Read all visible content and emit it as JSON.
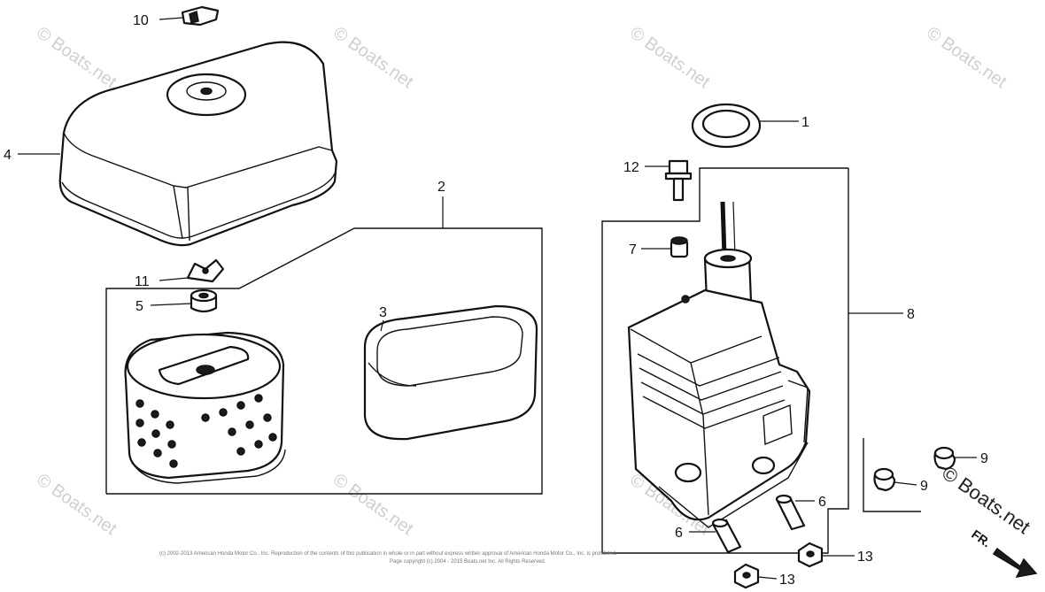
{
  "watermark": "© Boats.net",
  "direction_label": "FR.",
  "callouts": {
    "c1": "1",
    "c2": "2",
    "c3": "3",
    "c4": "4",
    "c5": "5",
    "c6a": "6",
    "c6b": "6",
    "c7": "7",
    "c8": "8",
    "c9a": "9",
    "c9b": "9",
    "c10": "10",
    "c11": "11",
    "c12": "12",
    "c13a": "13",
    "c13b": "13"
  },
  "copyright": {
    "line1": "(c) 2002-2013 American Honda Motor Co., Inc. Reproduction of the contents of this publication in whole or in part without express written approval of American Honda Motor Co., Inc. is prohibited.",
    "line2": "Page copyright (c) 2004 - 2015 Boats.net Inc. All Rights Reserved."
  }
}
